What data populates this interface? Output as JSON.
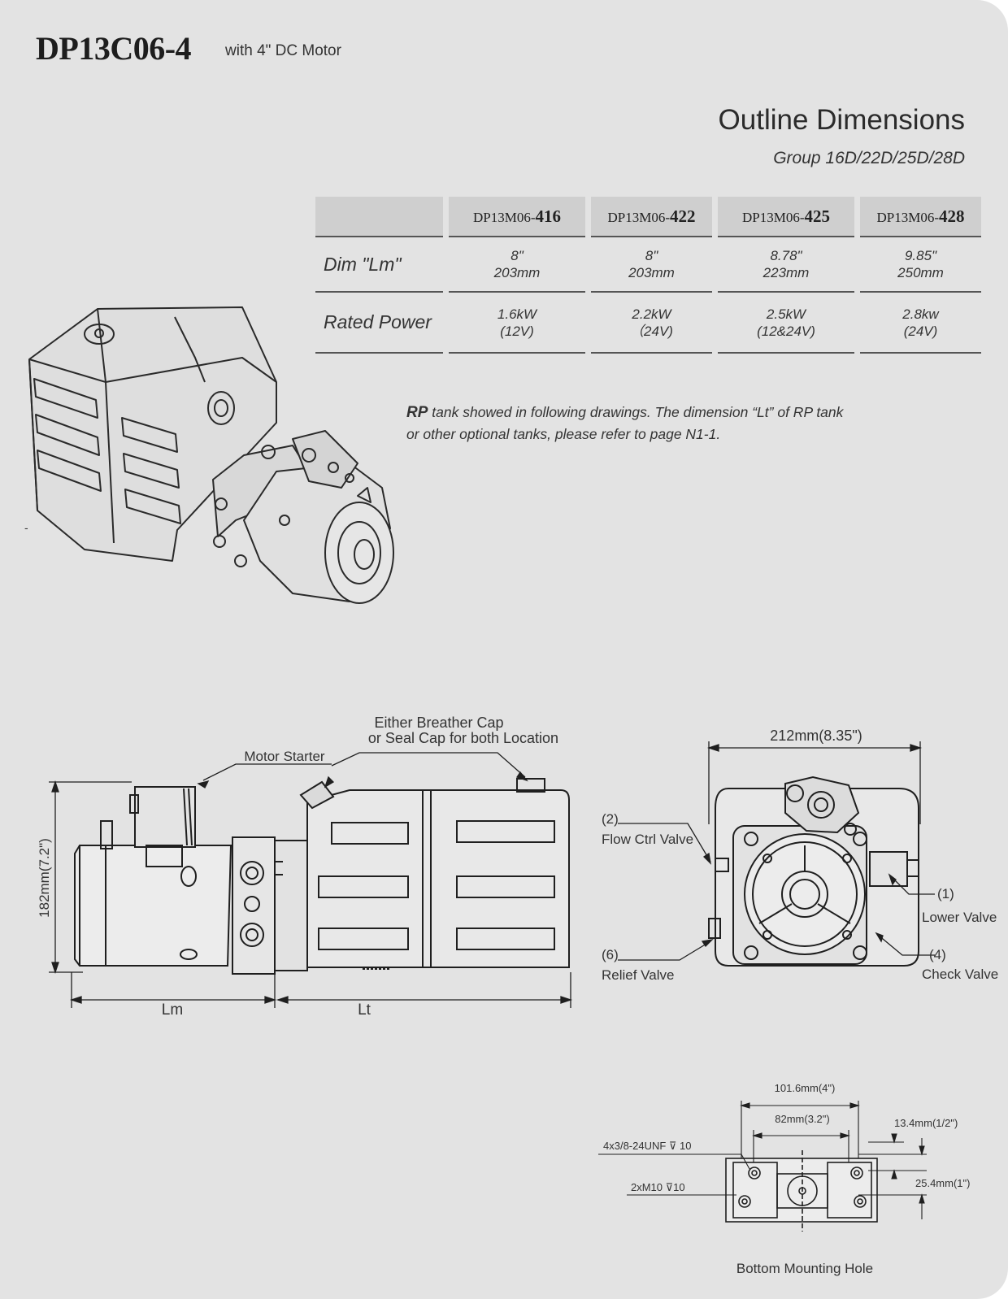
{
  "header": {
    "model": "DP13C06-4",
    "subtitle": "with 4\" DC Motor"
  },
  "outline": {
    "title": "Outline Dimensions",
    "group": "Group 16D/22D/25D/28D"
  },
  "spec_table": {
    "columns": [
      {
        "prefix": "DP13M06-",
        "num": "416"
      },
      {
        "prefix": "DP13M06-",
        "num": "422"
      },
      {
        "prefix": "DP13M06-",
        "num": "425"
      },
      {
        "prefix": "DP13M06-",
        "num": "428"
      }
    ],
    "rows": [
      {
        "label": "Dim \"Lm\"",
        "values": [
          [
            "8\"",
            "203mm"
          ],
          [
            "8\"",
            "203mm"
          ],
          [
            "8.78\"",
            "223mm"
          ],
          [
            "9.85\"",
            "250mm"
          ]
        ]
      },
      {
        "label": "Rated Power",
        "values": [
          [
            "1.6kW",
            "(12V)"
          ],
          [
            "2.2kW",
            "（24V)"
          ],
          [
            "2.5kW",
            "(12&24V)"
          ],
          [
            "2.8kw",
            "(24V)"
          ]
        ]
      }
    ]
  },
  "note": {
    "bold": "RP",
    "line1": " tank showed in following drawings. The dimension “Lt” of RP tank",
    "line2": "or other optional tanks, please refer to page N1-1."
  },
  "side_view": {
    "breather_line1": "Either Breather Cap",
    "breather_line2": " or Seal Cap for both Location",
    "motor_starter": "Motor Starter",
    "height": "182mm(7.2\")",
    "lm": "Lm",
    "lt": "Lt"
  },
  "front_view": {
    "width": "212mm(8.35\")",
    "flow_num": "(2)",
    "flow_label": "Flow Ctrl Valve",
    "lower_num": "(1)",
    "lower_label": "Lower Valve",
    "relief_num": "(6)",
    "relief_label": "Relief Valve",
    "check_num": "(4)",
    "check_label": "Check Valve"
  },
  "mounting": {
    "d1": "101.6mm(4\")",
    "d2": "82mm(3.2\")",
    "d3": "13.4mm(1/2\")",
    "d4": "25.4mm(1\")",
    "hole1": "4x3/8-24UNF ⊽ 10",
    "hole2": "2xM10 ⊽10",
    "caption": "Bottom Mounting Hole"
  }
}
